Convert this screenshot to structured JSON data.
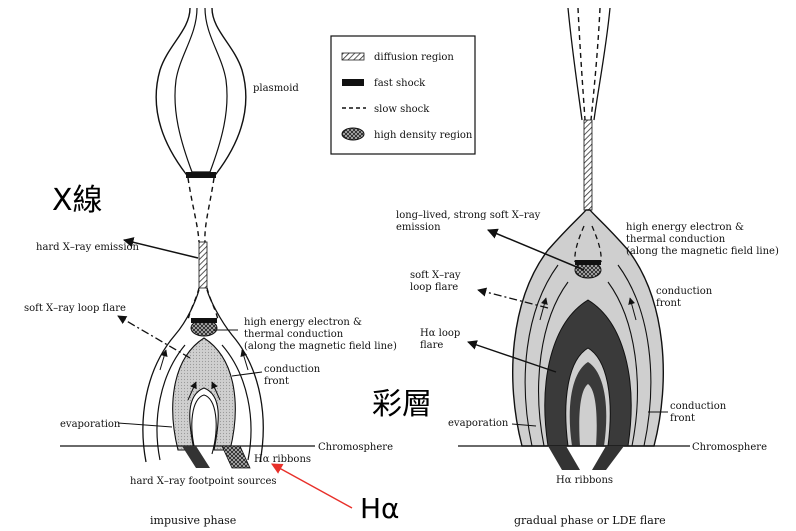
{
  "legend": {
    "diffusion": "diffusion region",
    "fast_shock": "fast shock",
    "slow_shock": "slow shock",
    "high_density": "high density region"
  },
  "left": {
    "plasmoid": "plasmoid",
    "hxr_emission": "hard X–ray emission",
    "sxr_loop": "soft X–ray loop flare",
    "hee_1": "high energy electron &",
    "hee_2": "thermal conduction",
    "hee_3": "(along the magnetic field line)",
    "cond_1": "conduction",
    "cond_2": "front",
    "evaporation": "evaporation",
    "chromosphere": "Chromosphere",
    "ha_ribbons": "Hα ribbons",
    "footpoints": "hard X–ray footpoint sources",
    "caption": "impusive phase"
  },
  "right": {
    "longlived_1": "long–lived, strong soft X–ray",
    "longlived_2": "emission",
    "hee_1": "high energy electron &",
    "hee_2": "thermal conduction",
    "hee_3": "(along the magnetic field line)",
    "sxr_1": "soft X–ray",
    "sxr_2": "loop flare",
    "cond_1": "conduction",
    "cond_2": "front",
    "ha_loop_1": "Hα loop",
    "ha_loop_2": "flare",
    "evaporation": "evaporation",
    "chromosphere": "Chromosphere",
    "ha_ribbons": "Hα ribbons",
    "caption": "gradual phase or LDE flare"
  },
  "annotations": {
    "xray": "X線",
    "chromosphere_jp": "彩層",
    "halpha": "Hα"
  },
  "colors": {
    "annotation_arrow": "#e8302a",
    "shade_light": "#cfcfcf",
    "shade_dark": "#3a3a3a"
  }
}
